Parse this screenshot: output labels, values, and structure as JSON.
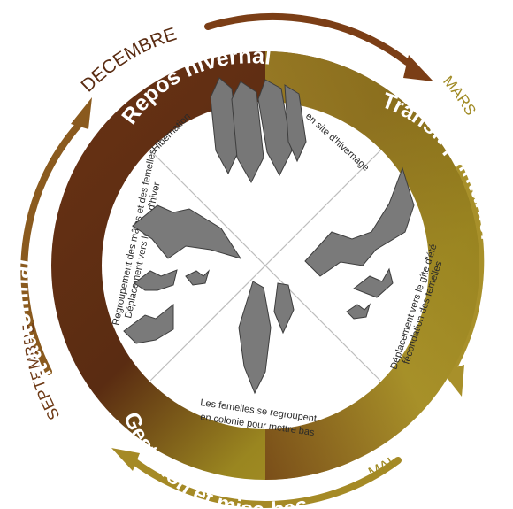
{
  "colors": {
    "ring_winter": "#5e2c14",
    "ring_spring": "#9c8a1c",
    "ring_summer": "#b09428",
    "ring_autumn": "#7a4418",
    "arrow": "#b8861c",
    "inner": "#ffffff",
    "divider": "#bdbdbd",
    "bat": "#6b6b6b"
  },
  "months": {
    "december": "DECEMBRE",
    "march": "MARS",
    "may": "MAI",
    "september": "SEPTEMBRE"
  },
  "seasons": {
    "winter": "Repos hivernal",
    "spring": "Transit printanier",
    "summer": "Gestation et mise-bas",
    "autumn": "Transit automnal"
  },
  "quadrants": {
    "top_left": "Hibernation",
    "top_right": "en site d'hivernage",
    "right_line1": "Déplacement vers le gîte d'été",
    "right_line2": "fécondation des femelles",
    "bottom_line1": "Les femelles se regroupent",
    "bottom_line2": "en colonie pour mettre bas",
    "left_line1": "Regroupement des mâles et des femelles",
    "left_line2": "Déplacement vers le gîte d'hiver"
  },
  "icons": {
    "hibernating": "hanging-bats-cluster-icon",
    "spring": "flying-bat-icon",
    "summer": "mother-bat-with-pup-icon",
    "autumn": "flying-bats-group-icon"
  }
}
